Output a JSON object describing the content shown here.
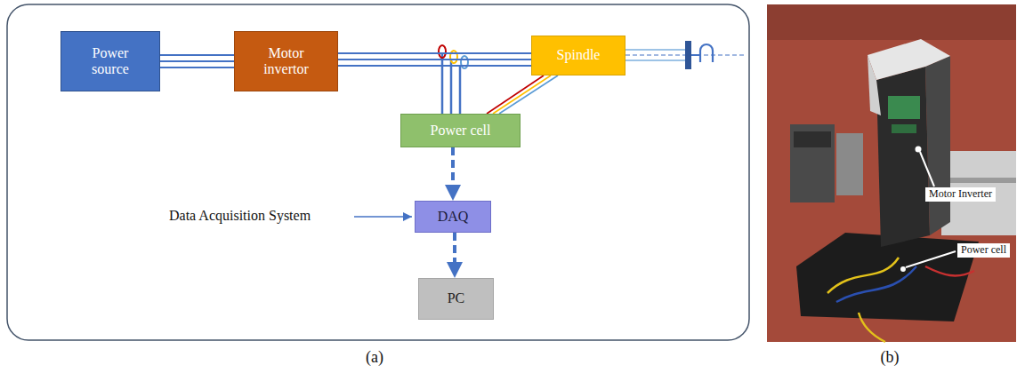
{
  "diagram": {
    "nodes": [
      {
        "text": [
          "Power source"
        ]
      },
      {
        "text": [
          "Motor invertor"
        ]
      },
      {
        "text": [
          "Spindle"
        ]
      },
      {
        "text": [
          "Power cell"
        ]
      },
      {
        "text": [
          "DAQ"
        ]
      },
      {
        "text": [
          "PC"
        ]
      }
    ],
    "edges": [
      {
        "from": 0,
        "to": 1,
        "arrow": "none"
      },
      {
        "from": 1,
        "to": 2,
        "arrow": "none"
      },
      {
        "from": 3,
        "to": 2,
        "arrow": "none"
      },
      {
        "from": 3,
        "to": 4,
        "arrow": "to"
      },
      {
        "from": 4,
        "to": 5,
        "arrow": "to"
      }
    ],
    "labels": [
      "Data Acquisition System",
      "(a)",
      "Motor Inverter",
      "Power cell",
      "(b)"
    ]
  }
}
